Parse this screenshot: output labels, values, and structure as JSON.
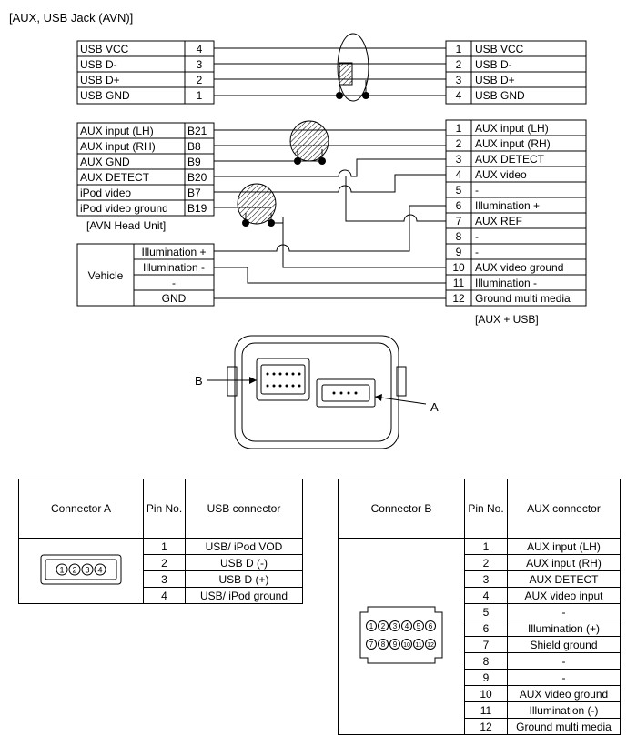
{
  "title": "[AUX, USB Jack (AVN)]",
  "head_unit_label": "[AVN Head Unit]",
  "aux_usb_label": "[AUX + USB]",
  "vehicle_label": "Vehicle",
  "usb_left": [
    {
      "name": "USB VCC",
      "pin": "4"
    },
    {
      "name": "USB D-",
      "pin": "3"
    },
    {
      "name": "USB D+",
      "pin": "2"
    },
    {
      "name": "USB GND",
      "pin": "1"
    }
  ],
  "aux_left": [
    {
      "name": "AUX input (LH)",
      "pin": "B21"
    },
    {
      "name": "AUX input (RH)",
      "pin": "B8"
    },
    {
      "name": "AUX GND",
      "pin": "B9"
    },
    {
      "name": "AUX DETECT",
      "pin": "B20"
    },
    {
      "name": "iPod video",
      "pin": "B7"
    },
    {
      "name": "iPod video ground",
      "pin": "B19"
    }
  ],
  "vehicle_rows": [
    "Illumination +",
    "Illumination -",
    "-",
    "GND"
  ],
  "right_usb": [
    {
      "pin": "1",
      "name": "USB VCC"
    },
    {
      "pin": "2",
      "name": "USB D-"
    },
    {
      "pin": "3",
      "name": "USB D+"
    },
    {
      "pin": "4",
      "name": "USB GND"
    }
  ],
  "right_aux": [
    {
      "pin": "1",
      "name": "AUX input (LH)"
    },
    {
      "pin": "2",
      "name": "AUX input (RH)"
    },
    {
      "pin": "3",
      "name": "AUX DETECT"
    },
    {
      "pin": "4",
      "name": "AUX video"
    },
    {
      "pin": "5",
      "name": "-"
    },
    {
      "pin": "6",
      "name": "Illumination +"
    },
    {
      "pin": "7",
      "name": "AUX REF"
    },
    {
      "pin": "8",
      "name": "-"
    },
    {
      "pin": "9",
      "name": "-"
    },
    {
      "pin": "10",
      "name": "AUX video ground"
    },
    {
      "pin": "11",
      "name": "Illumination -"
    },
    {
      "pin": "12",
      "name": "Ground multi media"
    }
  ],
  "callout_b": "B",
  "callout_a": "A",
  "table_a": {
    "headers": [
      "Connector A",
      "Pin No.",
      "USB connector"
    ],
    "rows": [
      {
        "pin": "1",
        "func": "USB/ iPod VOD"
      },
      {
        "pin": "2",
        "func": "USB D (-)"
      },
      {
        "pin": "3",
        "func": "USB D (+)"
      },
      {
        "pin": "4",
        "func": "USB/ iPod ground"
      }
    ],
    "connector_pins": [
      "1",
      "2",
      "3",
      "4"
    ]
  },
  "table_b": {
    "headers": [
      "Connector B",
      "Pin No.",
      "AUX connector"
    ],
    "rows": [
      {
        "pin": "1",
        "func": "AUX input (LH)"
      },
      {
        "pin": "2",
        "func": "AUX input (RH)"
      },
      {
        "pin": "3",
        "func": "AUX DETECT"
      },
      {
        "pin": "4",
        "func": "AUX video input"
      },
      {
        "pin": "5",
        "func": "-"
      },
      {
        "pin": "6",
        "func": "Illumination (+)"
      },
      {
        "pin": "7",
        "func": "Shield ground"
      },
      {
        "pin": "8",
        "func": "-"
      },
      {
        "pin": "9",
        "func": "-"
      },
      {
        "pin": "10",
        "func": "AUX video ground"
      },
      {
        "pin": "11",
        "func": "Illumination (-)"
      },
      {
        "pin": "12",
        "func": "Ground multi media"
      }
    ],
    "connector_pins_top": [
      "1",
      "2",
      "3",
      "4",
      "5",
      "6"
    ],
    "connector_pins_bottom": [
      "7",
      "8",
      "9",
      "10",
      "11",
      "12"
    ]
  }
}
